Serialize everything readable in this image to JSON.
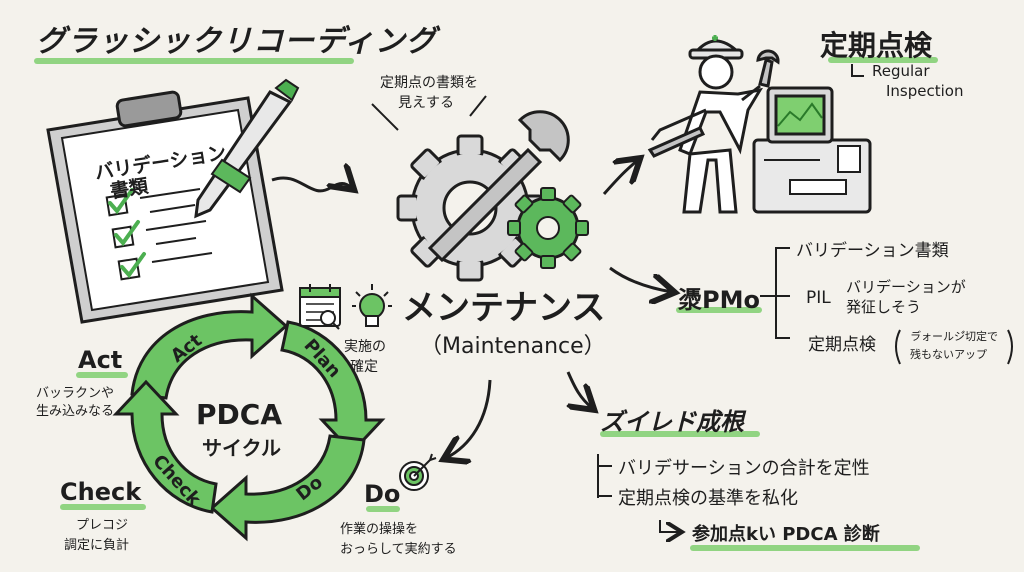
{
  "title": "グラッシックリコーディング",
  "document": {
    "line1": "バリデーション",
    "line2": "書類"
  },
  "center": {
    "note_line1": "定期点の書類を",
    "note_line2": "見えする",
    "label": "メンテナンス",
    "label_en": "（Maintenance）"
  },
  "inspection": {
    "title": "定期点検",
    "sub_line1": "Regular",
    "sub_line2": "Inspection"
  },
  "pmo": {
    "title": "㵗PMo",
    "item1": "バリデーション書類",
    "item2_prefix": "PIL",
    "item2_line1": "バリデーションが",
    "item2_line2": "発征しそう",
    "item3": "定期点検",
    "item3_note1": "ラ゙ォールジ゙切定で",
    "item3_note2": "残もないアップ"
  },
  "growth": {
    "title": "ズイレド成根",
    "item1": "バリデサーションの合計を定性",
    "item2": "定期点検の基準を私化",
    "item3": "参加点kい PDCA 診断"
  },
  "pdca": {
    "center_line1": "PDCA",
    "center_line2": "サイクル",
    "arrow_act": "Act",
    "arrow_plan": "Plan",
    "arrow_do": "Do",
    "arrow_check": "Check",
    "act_title": "Act",
    "act_line1": "バッラクンや",
    "act_line2": "生み込みなる",
    "check_title": "Check",
    "check_line1": "プレコジ",
    "check_line2": "調定に負計",
    "plan_line1": "実施の",
    "plan_line2": "確定",
    "do_title": "Do",
    "do_line1": "作業の操操を",
    "do_line2": "おっらして実約する"
  },
  "colors": {
    "accent": "#5cb85c",
    "highlight": "#7fcf70",
    "ink": "#1e1e1e",
    "background": "#f4f2ec"
  }
}
